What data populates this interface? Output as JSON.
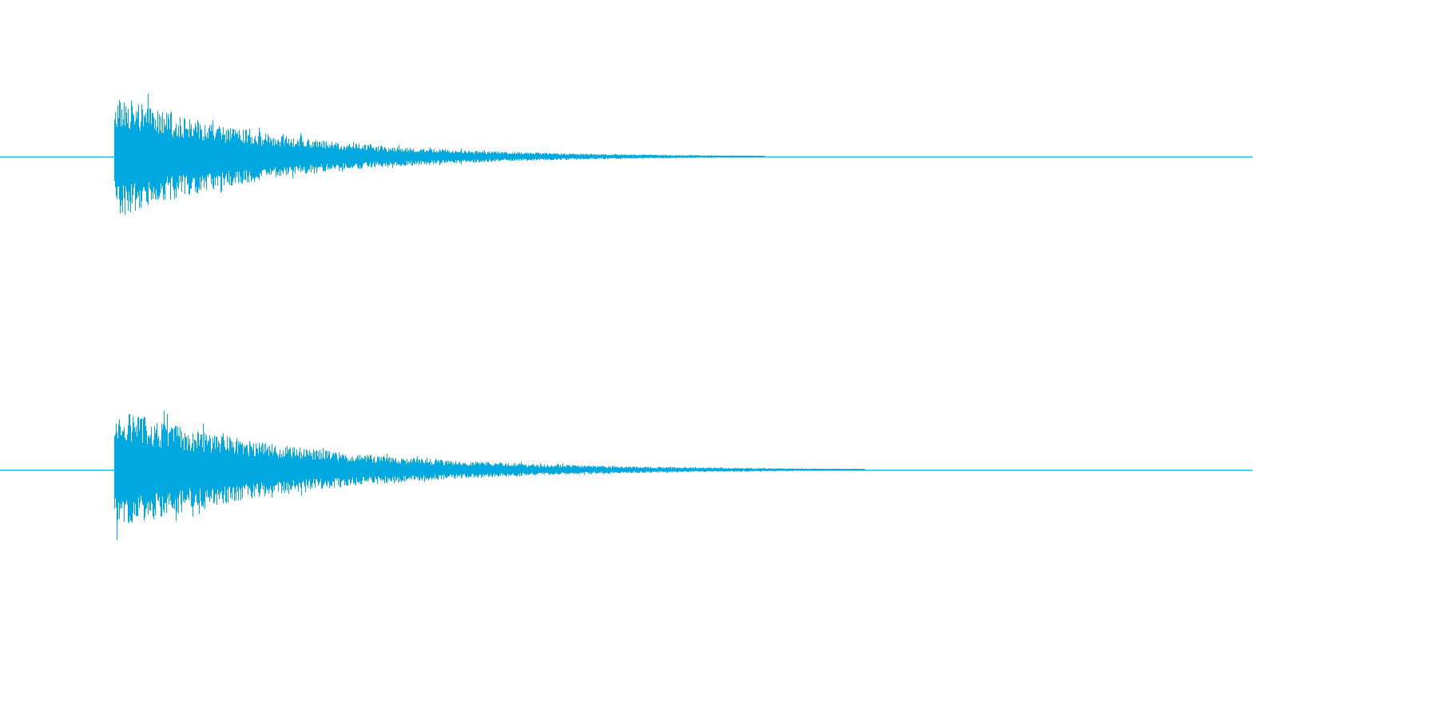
{
  "waveform": {
    "channel_count": 2,
    "color": "#00a8e0",
    "background": "#ffffff",
    "channels": [
      {
        "name": "",
        "onset_fraction": 0.0909,
        "peak_amplitude_fraction": 0.98,
        "decay_end_fraction": 0.61
      },
      {
        "name": "",
        "onset_fraction": 0.0909,
        "peak_amplitude_fraction": 0.98,
        "decay_end_fraction": 0.69
      }
    ]
  }
}
